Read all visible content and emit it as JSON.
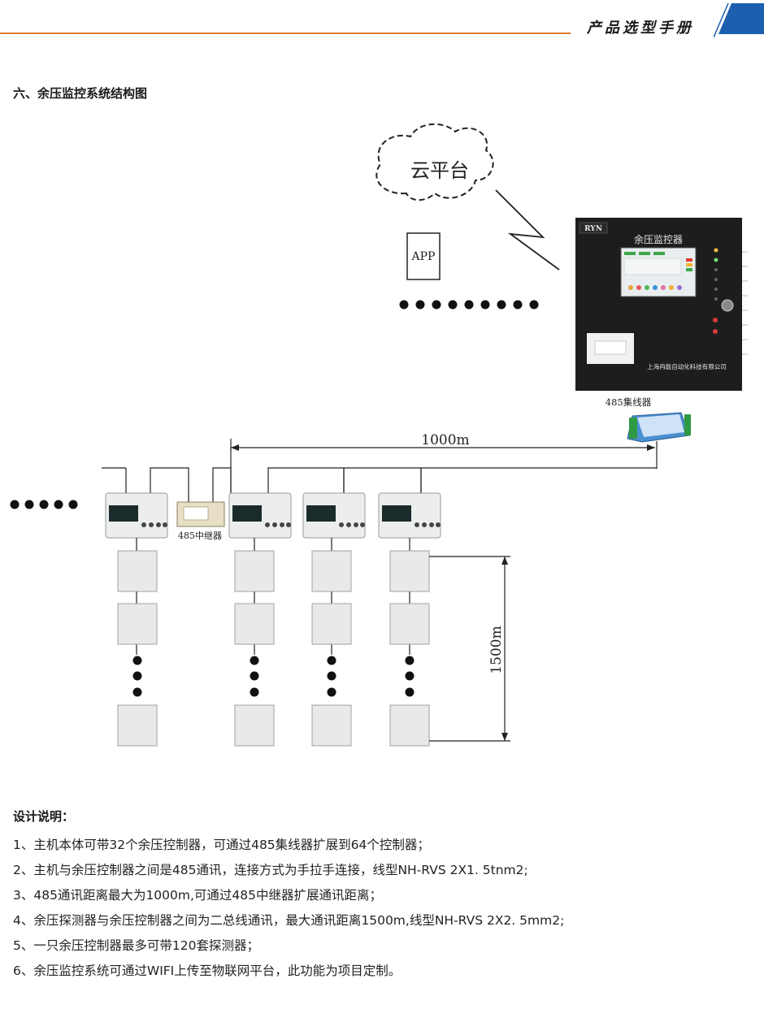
{
  "header": {
    "title": "产品选型手册",
    "accent": "#e07a2e",
    "tab_color": "#1c5fae"
  },
  "section_title": "六、余压监控系统结构图",
  "diagram": {
    "cloud_label": "云平台",
    "app_label": "APP",
    "cabinet": {
      "brand": "RYN",
      "title": "余压监控器",
      "company": "上海冉能自动化科技有限公司"
    },
    "hub_label": "485集线器",
    "repeater_label": "485中继器",
    "distance_horizontal": "1000m",
    "distance_vertical": "1500m"
  },
  "notes": {
    "title": "设计说明：",
    "items": [
      "1、主机本体可带32个余压控制器，可通过485集线器扩展到64个控制器；",
      "2、主机与余压控制器之间是485通讯，连接方式为手拉手连接，线型NH-RVS 2X1. 5tnm2;",
      "3、485通讯距离最大为1000m,可通过485中继器扩展通讯距离；",
      "4、余压探测器与余压控制器之间为二总线通讯，最大通讯距离1500m,线型NH-RVS 2X2. 5mm2;",
      "5、一只余压控制器最多可带120套探测器；",
      "6、余压监控系统可通过WIFI上传至物联网平台，此功能为项目定制。"
    ]
  }
}
